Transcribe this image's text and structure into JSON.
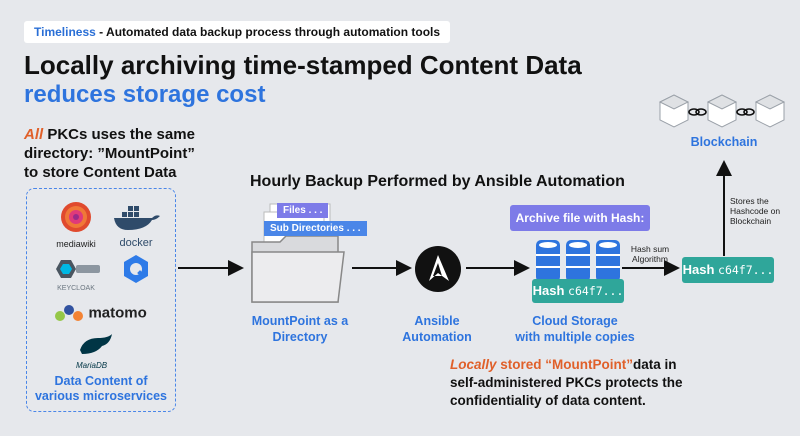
{
  "header": {
    "tag_key": "Timeliness",
    "tag_text": " - Automated data backup process through automation tools",
    "title_line1": "Locally archiving time-stamped Content Data",
    "title_line2": "reduces storage cost"
  },
  "pkc_note": {
    "em": "All",
    "text1": " PKCs uses the same",
    "text2": "directory: ”MountPoint”",
    "text3": " to store Content Data"
  },
  "services": {
    "logos": [
      "mediawiki",
      "docker",
      "KEYCLOAK",
      "matomo",
      "MariaDB"
    ],
    "caption_line1": "Data Content of",
    "caption_line2": "various microservices"
  },
  "flow": {
    "heading": "Hourly Backup Performed by Ansible Automation",
    "folder_tab1": "Files . . .",
    "folder_tab2": "Sub Directories . . .",
    "mountpoint_line1": "MountPoint as a",
    "mountpoint_line2": "Directory",
    "ansible_line1": "Ansible",
    "ansible_line2": "Automation",
    "archive_label": "Archive file with Hash:",
    "storage_hash_prefix": "Hash",
    "storage_hash_value": "c64f7...",
    "storage_line1": "Cloud Storage",
    "storage_line2": "with multiple copies",
    "hash_sum_line1": "Hash sum",
    "hash_sum_line2": "Algorithm",
    "final_hash_prefix": "Hash",
    "final_hash_value": "c64f7...",
    "stores_line1": "Stores the",
    "stores_line2": "Hashcode on",
    "stores_line3": "Blockchain",
    "blockchain_label": "Blockchain"
  },
  "bottom_note": {
    "em": "Locally",
    "quote": " stored “MountPoint”",
    "line1_rest": "data in",
    "line2": "self-administered PKCs protects the",
    "line3": "confidentiality of data content."
  },
  "colors": {
    "blue": "#2e74de",
    "orange": "#e0602a",
    "purple": "#7d7be8",
    "teal": "#2fa69a"
  }
}
